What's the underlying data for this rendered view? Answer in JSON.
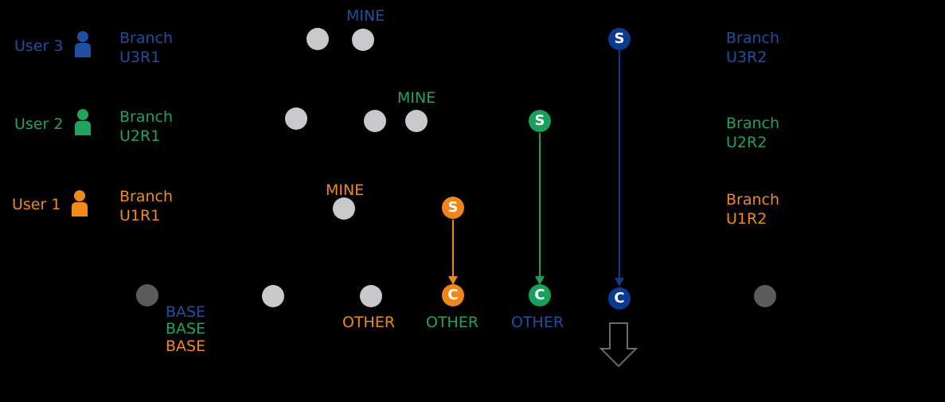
{
  "colors": {
    "blue": "#1e4fa3",
    "green": "#1fa35f",
    "orange": "#f08a1c",
    "node_gray": "#c8c9cb",
    "node_dark": "#5a5b5d",
    "background": "#000000"
  },
  "users": [
    {
      "label": "User 3",
      "branch_start": "Branch\nU3R1",
      "branch_end": "Branch\nU3R2",
      "mine": "MINE",
      "icon": "person-icon"
    },
    {
      "label": "User 2",
      "branch_start": "Branch\nU2R1",
      "branch_end": "Branch\nU2R2",
      "mine": "MINE",
      "icon": "person-icon"
    },
    {
      "label": "User 1",
      "branch_start": "Branch\nU1R1",
      "branch_end": "Branch\nU1R2",
      "mine": "MINE",
      "icon": "person-icon"
    }
  ],
  "main_line": {
    "base_labels": [
      "BASE",
      "BASE",
      "BASE"
    ],
    "other_labels": [
      "OTHER",
      "OTHER",
      "OTHER"
    ]
  },
  "badges": {
    "source": "S",
    "commit": "C"
  },
  "result_arrow": "down-arrow-icon"
}
